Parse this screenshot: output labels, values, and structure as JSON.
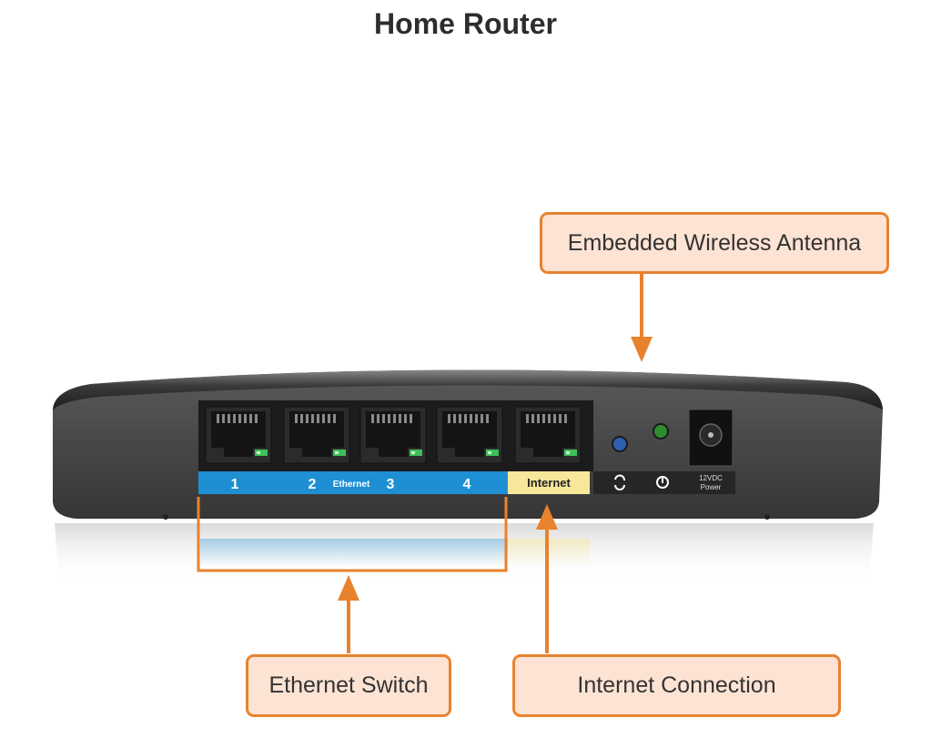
{
  "title": "Home Router",
  "callouts": {
    "antenna": "Embedded Wireless Antenna",
    "switch": "Ethernet Switch",
    "internet": "Internet Connection"
  },
  "router": {
    "port_labels": [
      "1",
      "2",
      "3",
      "4"
    ],
    "ethernet_label": "Ethernet",
    "internet_label": "Internet",
    "power_label_line1": "12VDC",
    "power_label_line2": "Power"
  },
  "colors": {
    "accent": "#e8822f",
    "callout_fill": "#fde3d3",
    "ethernet_strip": "#1f8fd4",
    "internet_strip": "#f7e79a",
    "router_body": "#4a4a4a"
  },
  "icons": [
    "wps-icon",
    "power-button-icon"
  ]
}
